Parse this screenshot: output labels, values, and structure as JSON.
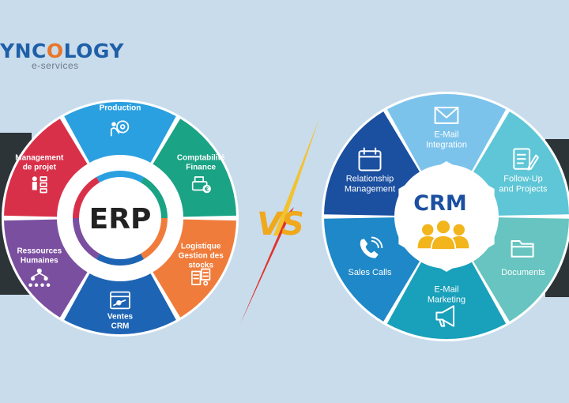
{
  "brand": {
    "name_prefix": "YNC",
    "name_o": "O",
    "name_suffix": "LOGY",
    "tagline": "e-services"
  },
  "vs_label": "VS",
  "erp": {
    "center_label": "ERP",
    "segments": [
      {
        "label_lines": [
          "Production"
        ],
        "color": "#2aa0e0",
        "icon": "gear-person-icon"
      },
      {
        "label_lines": [
          "Comptabilité",
          "Finance"
        ],
        "color": "#1aa384",
        "icon": "cash-register-icon"
      },
      {
        "label_lines": [
          "Logistique",
          "Gestion des",
          "stocks"
        ],
        "color": "#f07c3b",
        "icon": "warehouse-icon"
      },
      {
        "label_lines": [
          "Ventes",
          "CRM"
        ],
        "color": "#1e64b4",
        "icon": "browser-window-icon"
      },
      {
        "label_lines": [
          "Ressources",
          "Humaines"
        ],
        "color": "#7b4fa0",
        "icon": "org-chart-icon"
      },
      {
        "label_lines": [
          "Management",
          "de projet"
        ],
        "color": "#d9304a",
        "icon": "team-hierarchy-icon"
      }
    ]
  },
  "crm": {
    "center_label": "CRM",
    "segments": [
      {
        "label_lines": [
          "E-Mail",
          "Integration"
        ],
        "color": "#7cc3ec",
        "icon": "envelope-icon"
      },
      {
        "label_lines": [
          "Follow-Up",
          "and Projects"
        ],
        "color": "#5ec6d6",
        "icon": "checklist-pencil-icon"
      },
      {
        "label_lines": [
          "Documents"
        ],
        "color": "#67c4c0",
        "icon": "folder-icon"
      },
      {
        "label_lines": [
          "E-Mail",
          "Marketing"
        ],
        "color": "#19a0ba",
        "icon": "megaphone-icon"
      },
      {
        "label_lines": [
          "Sales Calls"
        ],
        "color": "#1e88c8",
        "icon": "phone-icon"
      },
      {
        "label_lines": [
          "Relationship",
          "Management"
        ],
        "color": "#1b4fa0",
        "icon": "calendar-icon"
      }
    ]
  }
}
